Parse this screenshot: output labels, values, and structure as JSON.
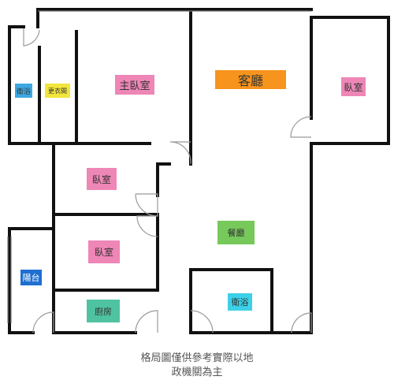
{
  "rooms": {
    "bath_small": {
      "label": "衛浴",
      "color": "#3da9e3"
    },
    "closet": {
      "label": "更衣間",
      "color": "#f2e53b"
    },
    "master_bedroom": {
      "label": "主臥室",
      "color": "#ee86b6"
    },
    "living_room": {
      "label": "客廳",
      "color": "#f7941d"
    },
    "bedroom_right": {
      "label": "臥室",
      "color": "#ee86b6"
    },
    "bedroom_mid1": {
      "label": "臥室",
      "color": "#ee86b6"
    },
    "dining": {
      "label": "餐廳",
      "color": "#76c95a"
    },
    "bedroom_mid2": {
      "label": "臥室",
      "color": "#ee86b6"
    },
    "balcony": {
      "label": "陽台",
      "color": "#1e6fd0"
    },
    "bath_main": {
      "label": "衛浴",
      "color": "#3cd1e8"
    },
    "kitchen": {
      "label": "廚房",
      "color": "#4fc3a1"
    }
  },
  "caption": {
    "line1": "格局圖僅供參考實際以地",
    "line2": "政機關為主"
  }
}
